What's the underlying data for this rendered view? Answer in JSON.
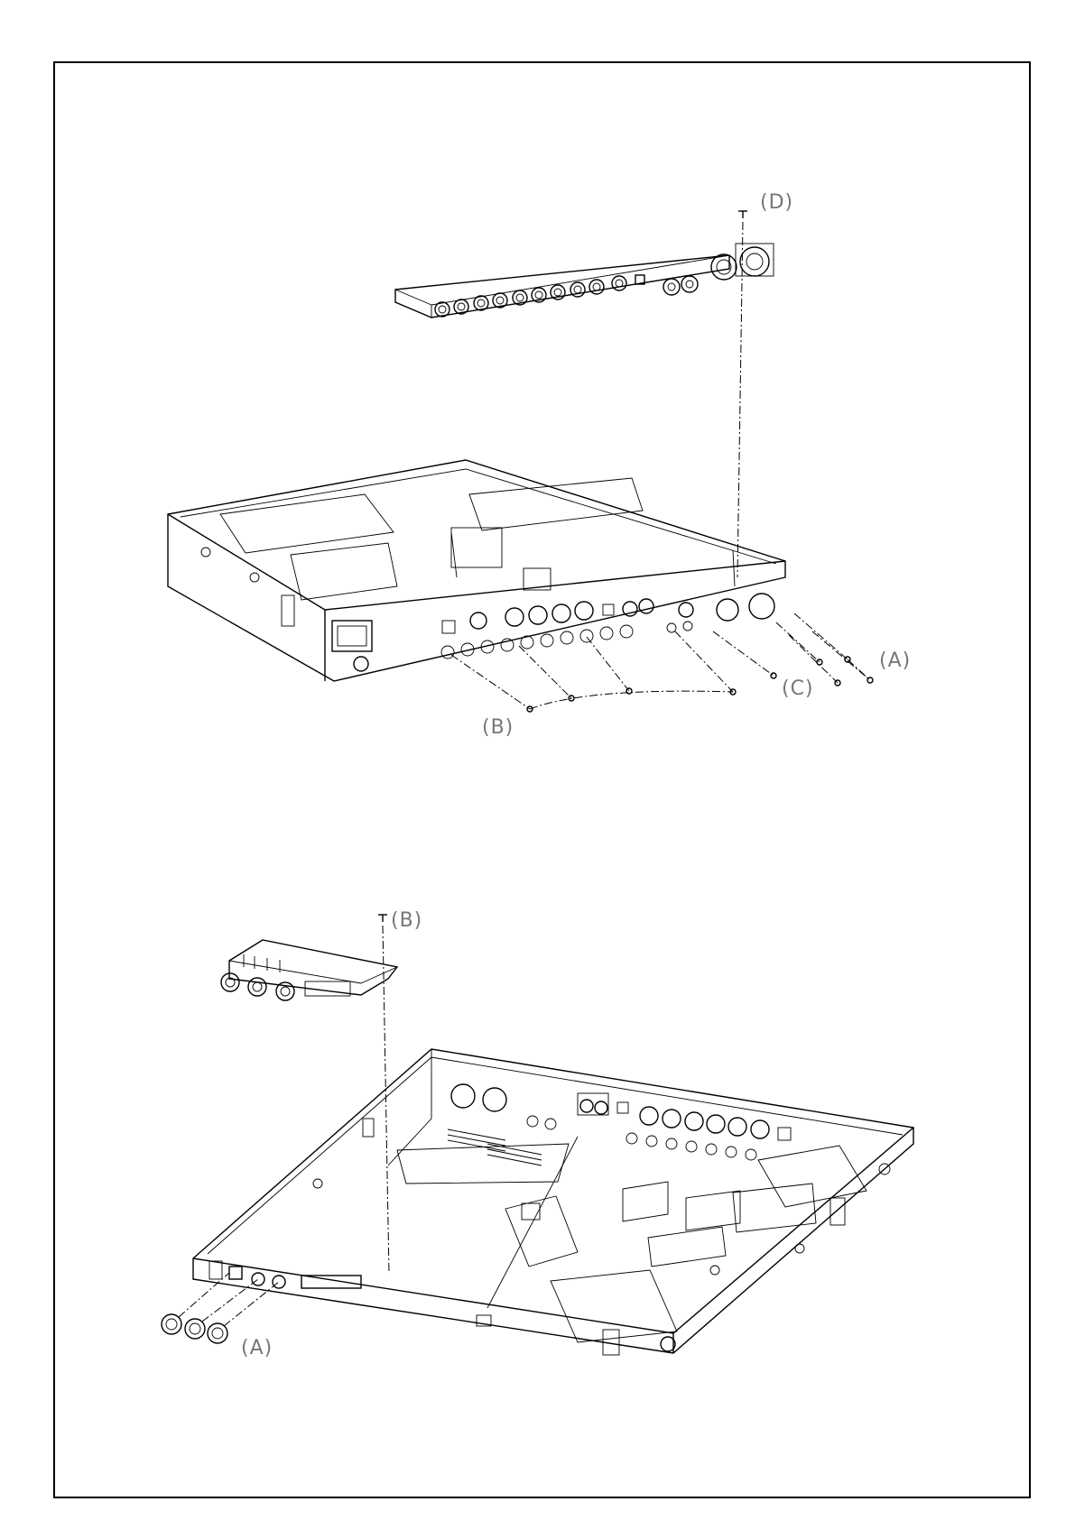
{
  "diagram": {
    "top_assembly": {
      "callouts": {
        "a": "(A)",
        "b": "(B)",
        "c": "(C)",
        "d": "(D)"
      }
    },
    "bottom_assembly": {
      "callouts": {
        "a": "(A)",
        "b": "(B)"
      }
    }
  },
  "colors": {
    "line": "#000000",
    "label": "#777777",
    "background": "#ffffff"
  }
}
